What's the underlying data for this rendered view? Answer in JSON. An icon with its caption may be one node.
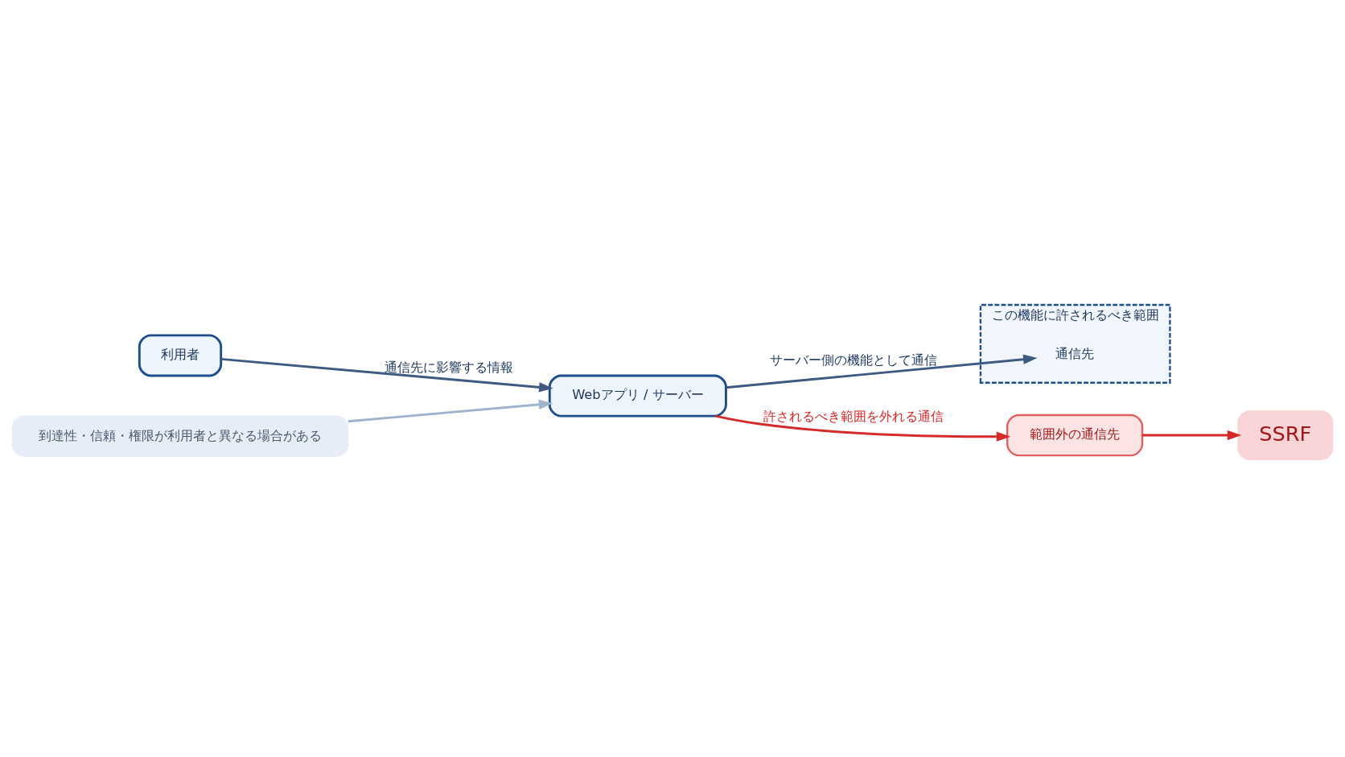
{
  "diagram": {
    "nodes": [
      {
        "text": [
          "利用者"
        ]
      },
      {
        "text": [
          "Webアプリ / サーバー"
        ]
      },
      {
        "text": [
          "到達性・信頼・権限が利用者と異なる場合がある"
        ]
      },
      {
        "text": [
          "この機能に許されるべき範囲"
        ]
      },
      {
        "text": [
          "通信先"
        ],
        "in": 3
      },
      {
        "text": [
          "範囲外の通信先"
        ]
      },
      {
        "text": [
          "SSRF"
        ]
      }
    ],
    "edges": [
      {
        "from": 0,
        "to": 1,
        "arrow": "to",
        "label": "通信先に影響する情報"
      },
      {
        "from": 1,
        "to": 4,
        "arrow": "to",
        "label": "サーバー側の機能として通信"
      },
      {
        "from": 1,
        "to": 5,
        "arrow": "to",
        "label": "許されるべき範囲を外れる通信",
        "color": "#d42a2a"
      },
      {
        "from": 5,
        "to": 6,
        "arrow": "to",
        "color": "#d42a2a"
      },
      {
        "from": 2,
        "to": 1,
        "arrow": "to",
        "color": "#9fb3cc"
      }
    ]
  }
}
